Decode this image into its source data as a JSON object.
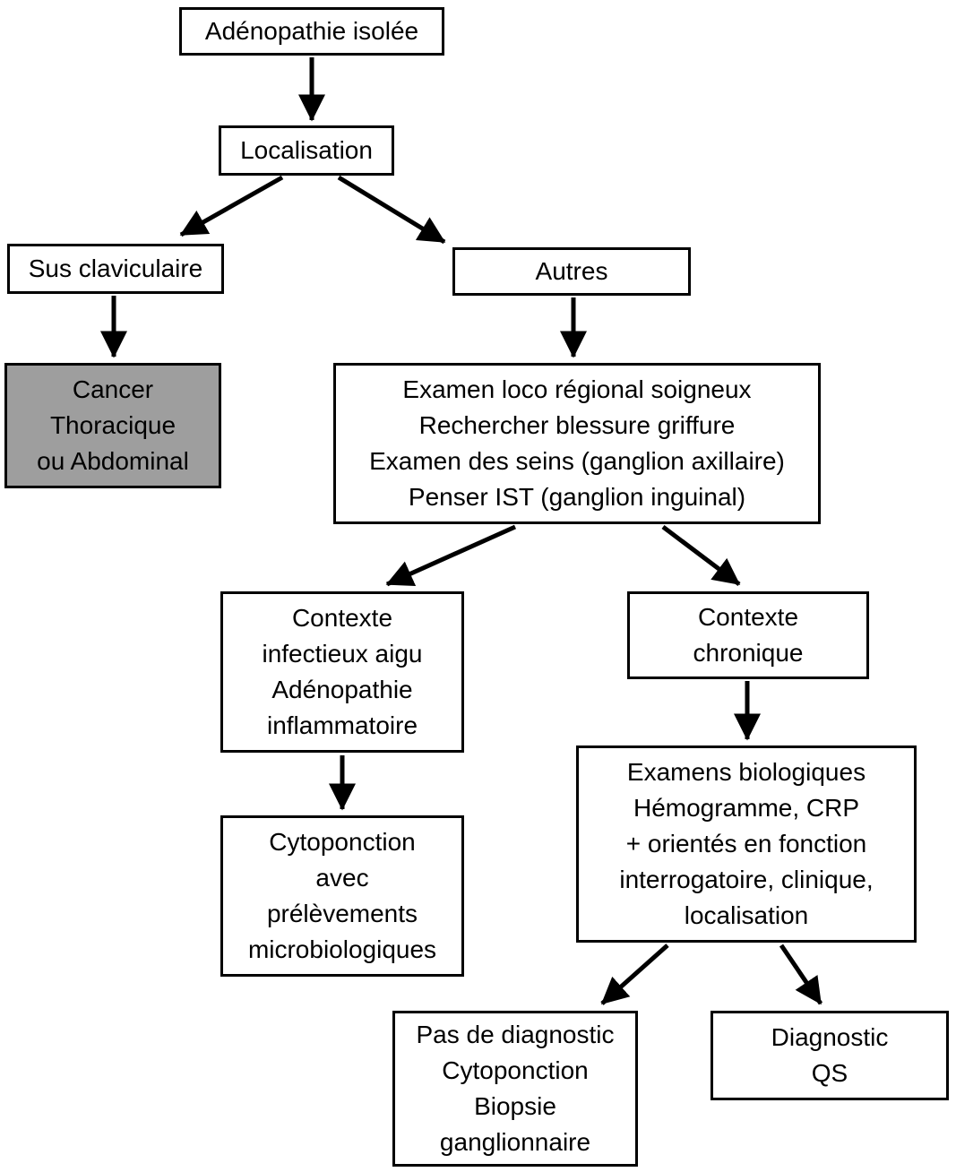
{
  "colors": {
    "box_border": "#000000",
    "box_fill": "#ffffff",
    "highlight_fill": "#9e9e9e",
    "arrow": "#000000"
  },
  "nodes": {
    "root": {
      "lines": [
        "Adénopathie isolée"
      ]
    },
    "localisation": {
      "lines": [
        "Localisation"
      ]
    },
    "sus_claviculaire": {
      "lines": [
        "Sus claviculaire"
      ]
    },
    "autres": {
      "lines": [
        "Autres"
      ]
    },
    "cancer": {
      "lines": [
        "Cancer",
        "Thoracique",
        "ou Abdominal"
      ]
    },
    "examen": {
      "lines": [
        "Examen loco régional soigneux",
        "Rechercher blessure griffure",
        "Examen des seins (ganglion axillaire)",
        "Penser IST (ganglion inguinal)"
      ]
    },
    "contexte_infectieux": {
      "lines": [
        "Contexte",
        "infectieux aigu",
        "Adénopathie",
        "inflammatoire"
      ]
    },
    "contexte_chronique": {
      "lines": [
        "Contexte",
        "chronique"
      ]
    },
    "cytoponction": {
      "lines": [
        "Cytoponction",
        "avec",
        "prélèvements",
        "microbiologiques"
      ]
    },
    "examens_biologiques": {
      "lines": [
        "Examens biologiques",
        "Hémogramme, CRP",
        "+ orientés en fonction",
        "interrogatoire, clinique,",
        "localisation"
      ]
    },
    "pas_de_diagnostic": {
      "lines": [
        "Pas de diagnostic",
        "Cytoponction",
        "Biopsie",
        "ganglionnaire"
      ]
    },
    "diagnostic_qs": {
      "lines": [
        "Diagnostic",
        "QS"
      ]
    }
  }
}
